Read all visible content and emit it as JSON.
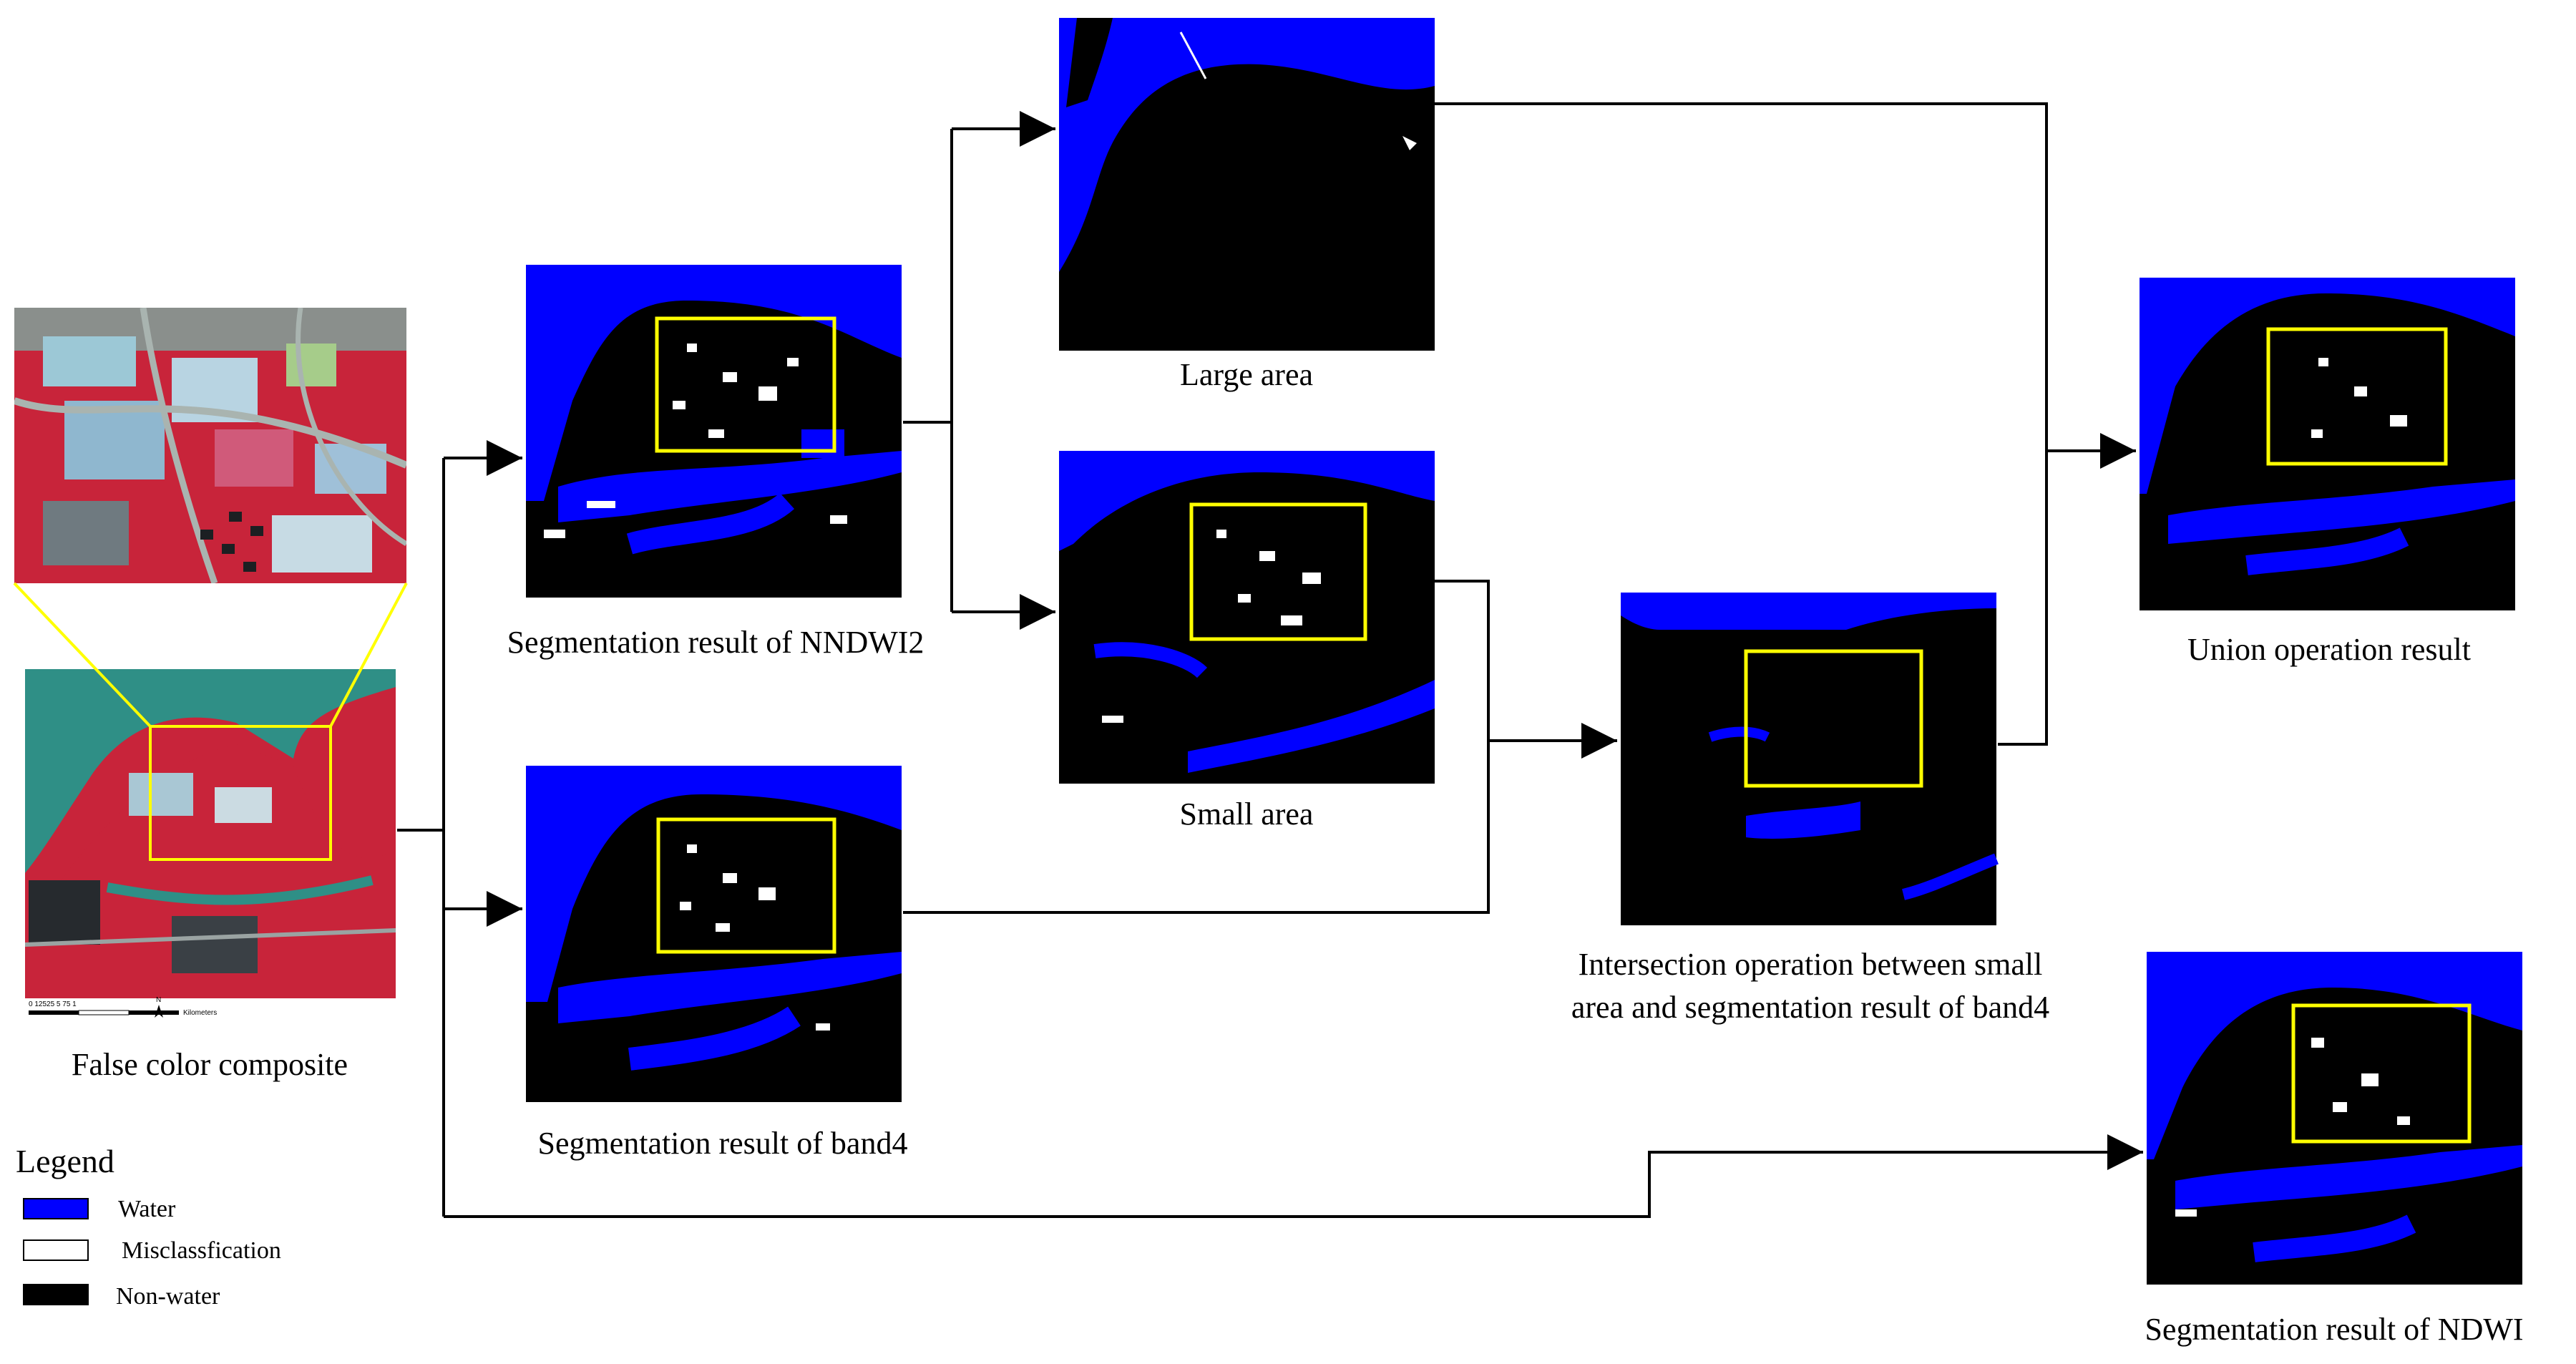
{
  "nodes": {
    "false_color": {
      "caption": "False color composite"
    },
    "nndwi2": {
      "caption": "Segmentation result of NNDWI2"
    },
    "band4": {
      "caption": "Segmentation result of band4"
    },
    "large_area": {
      "caption": "Large area"
    },
    "small_area": {
      "caption": "Small area"
    },
    "intersection": {
      "caption_line1": "Intersection operation between small",
      "caption_line2": "area and segmentation result of band4"
    },
    "union": {
      "caption": "Union operation result"
    },
    "ndwi": {
      "caption": "Segmentation result of NDWI"
    }
  },
  "legend": {
    "title": "Legend",
    "items": [
      {
        "label": "Water",
        "color": "#0000ff"
      },
      {
        "label": "Misclassfication",
        "color": "#ffffff"
      },
      {
        "label": "Non-water",
        "color": "#000000"
      }
    ]
  },
  "scale_bar": {
    "ticks": "0 12525  5   75  1",
    "unit": "Kilometers",
    "north": "N"
  },
  "colors": {
    "water": "#0000ff",
    "nonwater": "#000000",
    "highlight": "#ffff00",
    "zoom_lines": "#ffff00",
    "river_satellite": "#2f8f86",
    "urban_red": "#d8283c"
  }
}
